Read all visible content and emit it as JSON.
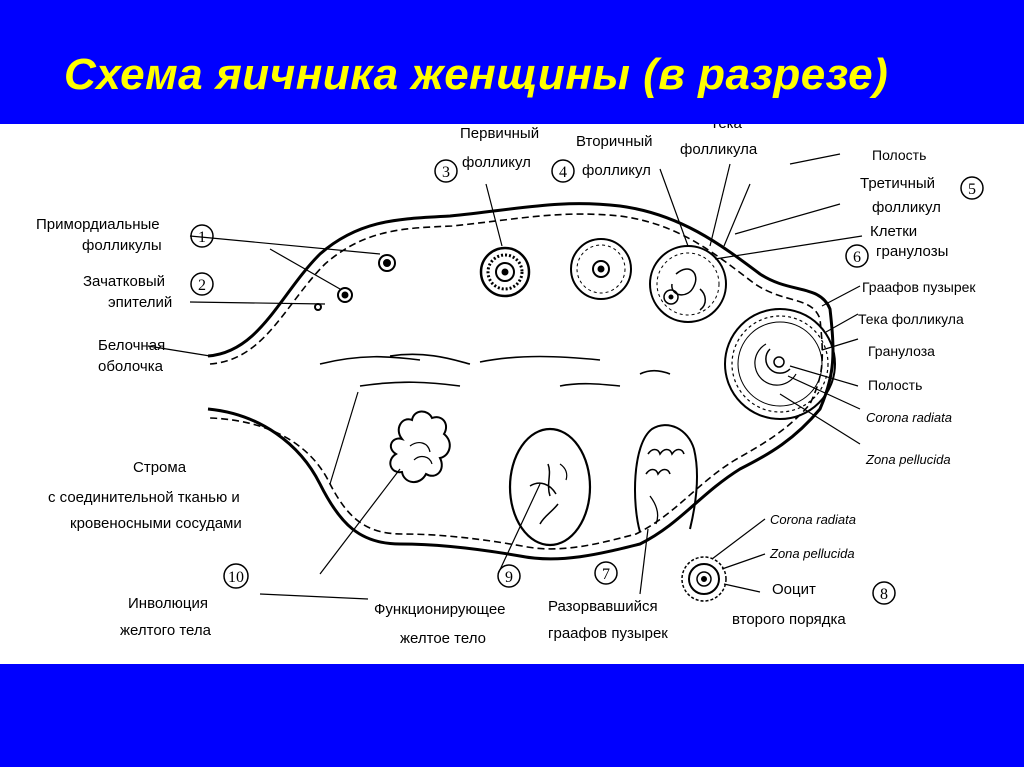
{
  "title": "Схема яичника женщины (в разрезе)",
  "colors": {
    "background": "#0000ff",
    "title": "#ffff00",
    "panel": "#ffffff",
    "ink": "#000000"
  },
  "labels": {
    "primordial_1": "Примордиальные",
    "primordial_2": "фолликулы",
    "germinal_1": "Зачатковый",
    "germinal_2": "эпителий",
    "albuginea_1": "Белочная",
    "albuginea_2": "оболочка",
    "primary_1": "Первичный",
    "primary_2": "фолликул",
    "secondary_1": "Вторичный",
    "secondary_2": "фолликул",
    "theca_top_1": "Тека",
    "theca_top_2": "фолликула",
    "cavity_top": "Полость",
    "tertiary_1": "Третичный",
    "tertiary_2": "фолликул",
    "granulosa_cells_1": "Клетки",
    "granulosa_cells_2": "гранулозы",
    "graafian": "Граафов пузырек",
    "theca_right": "Тека фолликула",
    "granulosa": "Гранулоза",
    "cavity_right": "Полость",
    "corona_right": "Corona radiata",
    "zona_right": "Zona pellucida",
    "stroma_1": "Строма",
    "stroma_2": "с соединительной тканью и",
    "stroma_3": "кровеносными сосудами",
    "involution_1": "Инволюция",
    "involution_2": "желтого тела",
    "functioning_1": "Функционирующее",
    "functioning_2": "желтое тело",
    "ruptured_1": "Разорвавшийся",
    "ruptured_2": "граафов пузырек",
    "corona_bottom": "Corona radiata",
    "zona_bottom": "Zona pellucida",
    "oocyte_1": "Ооцит",
    "oocyte_2": "второго порядка"
  },
  "numbers": {
    "n1": "1",
    "n2": "2",
    "n3": "3",
    "n4": "4",
    "n5": "5",
    "n6": "6",
    "n7": "7",
    "n8": "8",
    "n9": "9",
    "n10": "10"
  }
}
